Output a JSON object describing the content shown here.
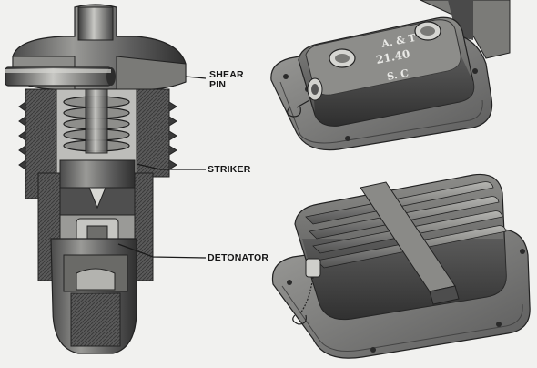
{
  "labels": {
    "shear_pin": [
      "SHEAR",
      "PIN"
    ],
    "striker": "STRIKER",
    "detonator": "DETONATOR"
  },
  "mine_markings": {
    "line1": "A. & T",
    "line2": "21.40",
    "line3": "S. C"
  },
  "colors": {
    "background": "#f1f1ef",
    "ink": "#151515",
    "metal_dark": "#3c3c3c",
    "metal_mid": "#6b6b6b",
    "metal_light": "#a9a9a6",
    "highlight": "#d9d9d5"
  }
}
